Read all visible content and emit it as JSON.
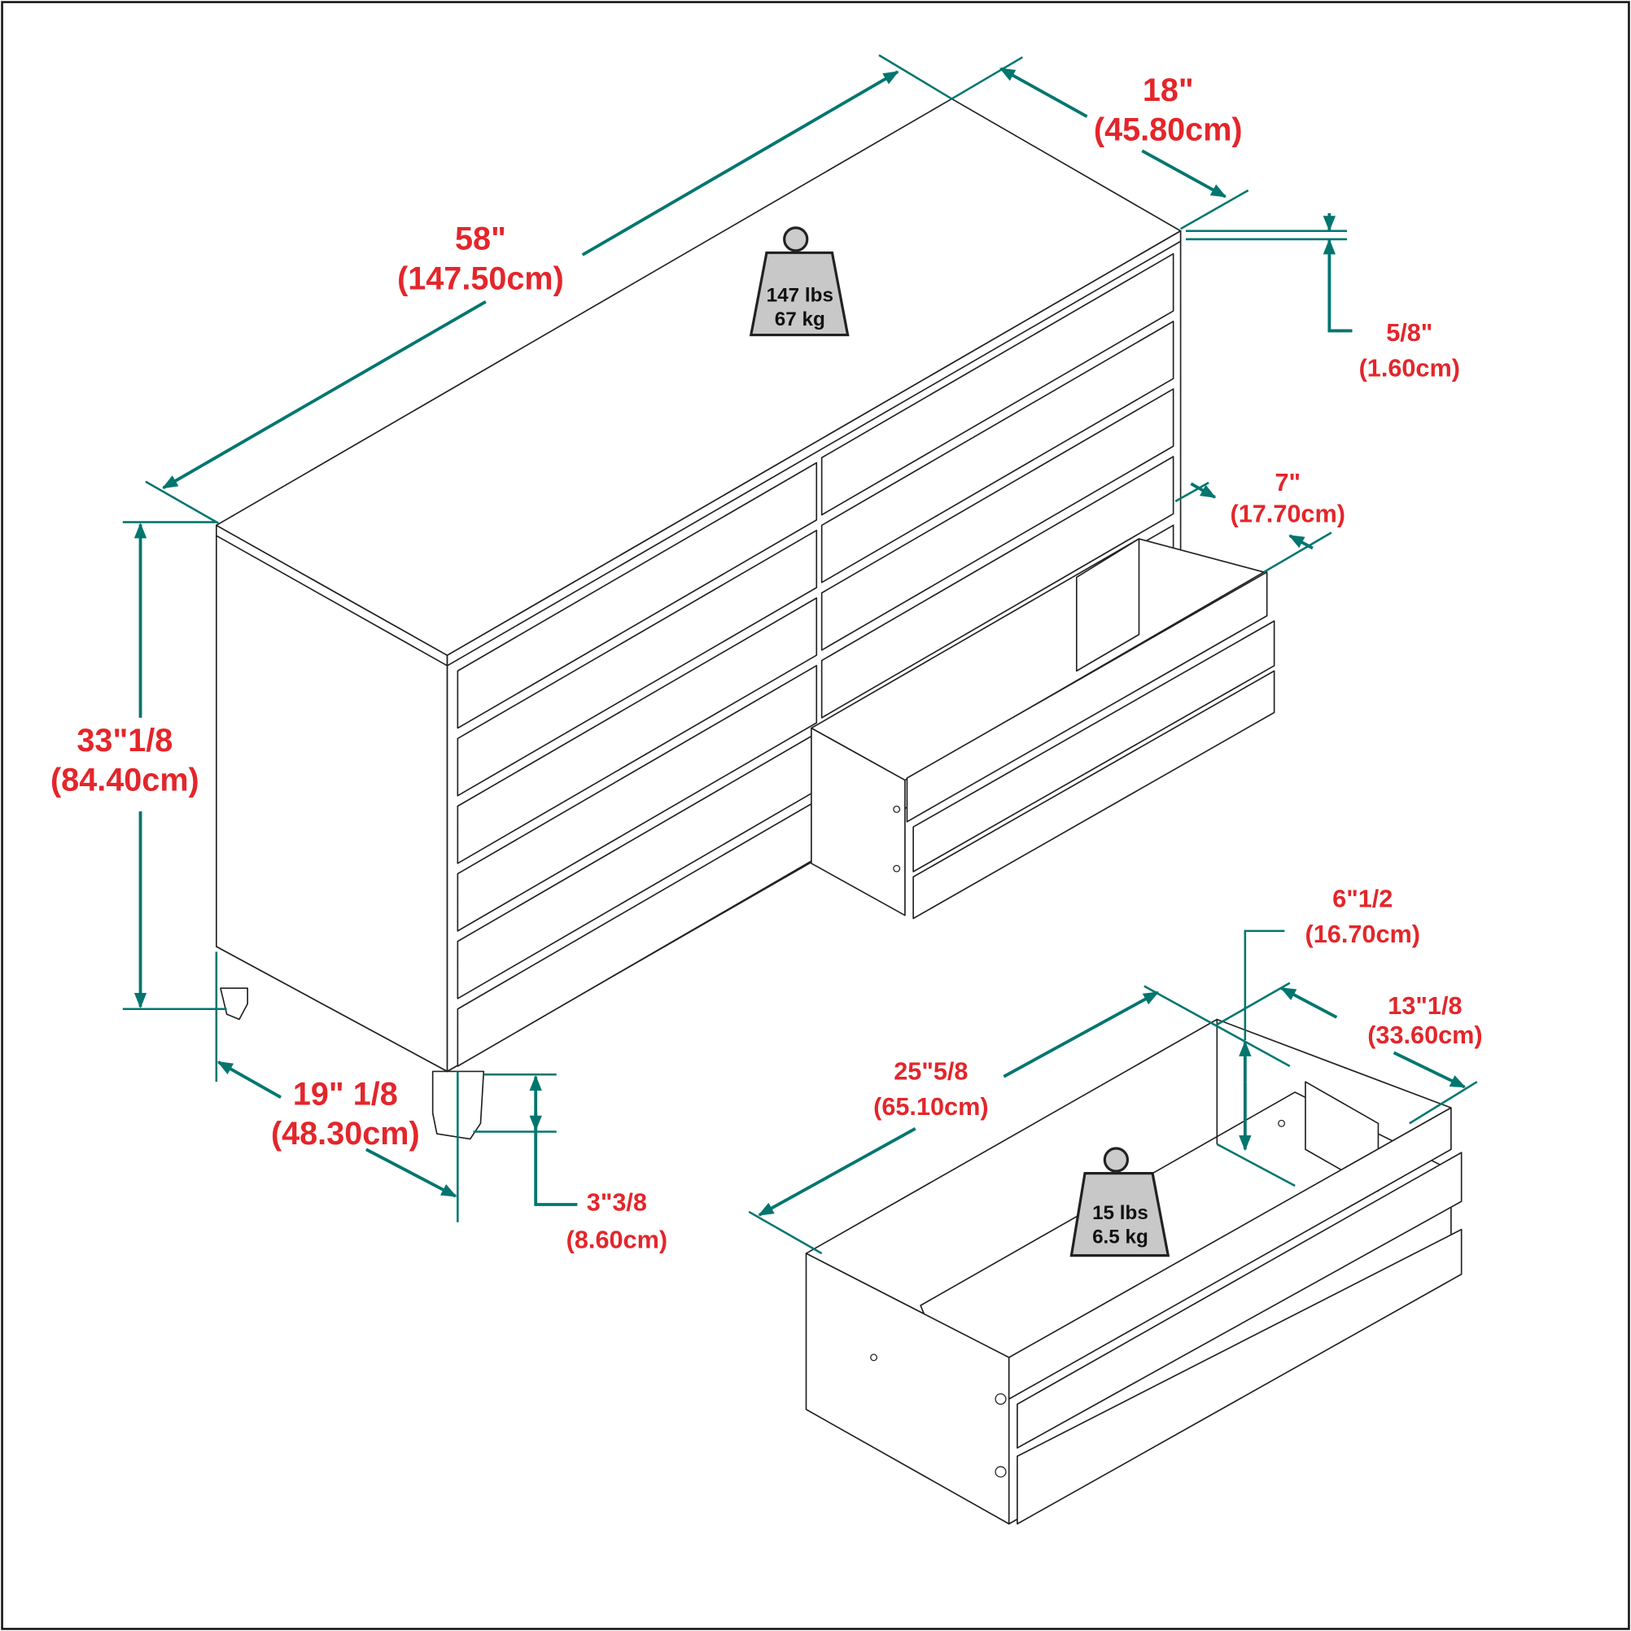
{
  "colors": {
    "label": "#e3262b",
    "dimension": "#00766f",
    "weight": "#c8c8c8"
  },
  "dimensions": {
    "width": {
      "in": "58\"",
      "cm": "(147.50cm)"
    },
    "depth": {
      "in": "18\"",
      "cm": "(45.80cm)"
    },
    "top_thickness": {
      "in": "5/8\"",
      "cm": "(1.60cm)"
    },
    "drawer_height": {
      "in": "7\"",
      "cm": "(17.70cm)"
    },
    "height": {
      "in": "33\"1/8",
      "cm": "(84.40cm)"
    },
    "side_depth": {
      "in": "19\" 1/8",
      "cm": "(48.30cm)"
    },
    "leg_height": {
      "in": "3\"3/8",
      "cm": "(8.60cm)"
    },
    "drawer_inner_height": {
      "in": "6\"1/2",
      "cm": "(16.70cm)"
    },
    "drawer_depth": {
      "in": "13\"1/8",
      "cm": "(33.60cm)"
    },
    "drawer_width": {
      "in": "25\"5/8",
      "cm": "(65.10cm)"
    }
  },
  "weights": {
    "dresser": {
      "lbs": "147 lbs",
      "kg": "67 kg"
    },
    "drawer": {
      "lbs": "15 lbs",
      "kg": "6.5 kg"
    }
  }
}
